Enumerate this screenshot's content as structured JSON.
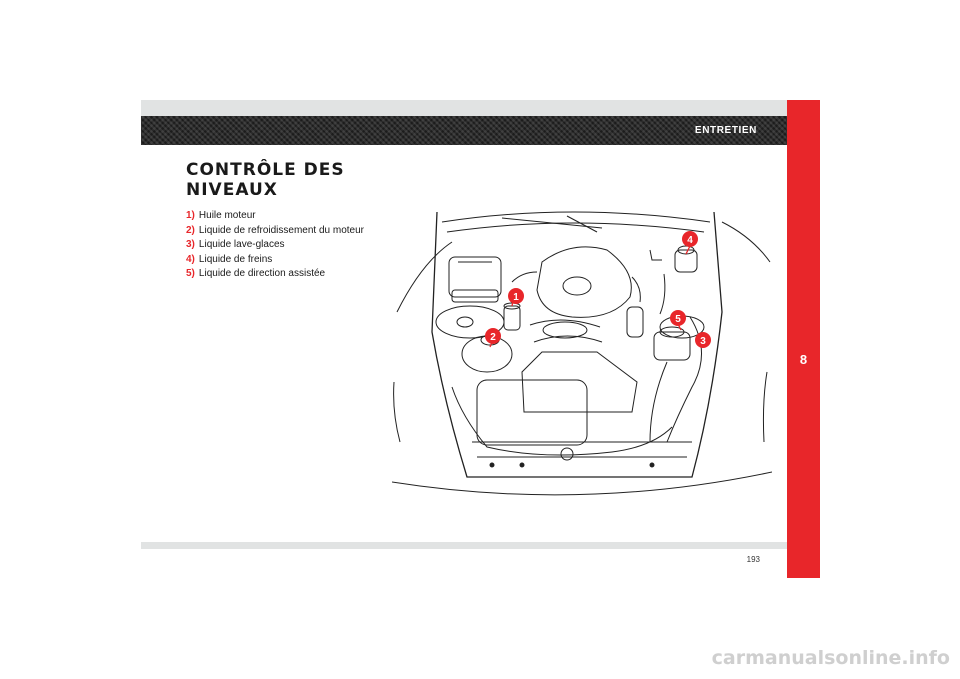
{
  "header": {
    "section": "ENTRETIEN",
    "chapter": "8"
  },
  "title": "CONTRÔLE DES NIVEAUX",
  "legend": [
    {
      "num": "1)",
      "label": "Huile moteur"
    },
    {
      "num": "2)",
      "label": "Liquide de refroidissement du moteur"
    },
    {
      "num": "3)",
      "label": "Liquide lave-glaces"
    },
    {
      "num": "4)",
      "label": "Liquide de freins"
    },
    {
      "num": "5)",
      "label": "Liquide de direction assistée"
    }
  ],
  "callouts": [
    "1",
    "2",
    "3",
    "4",
    "5"
  ],
  "page_number": "193",
  "watermark": "carmanualsonline.info",
  "colors": {
    "accent": "#e8262a",
    "band": "#2b2b2b",
    "gray": "#e1e3e3"
  }
}
